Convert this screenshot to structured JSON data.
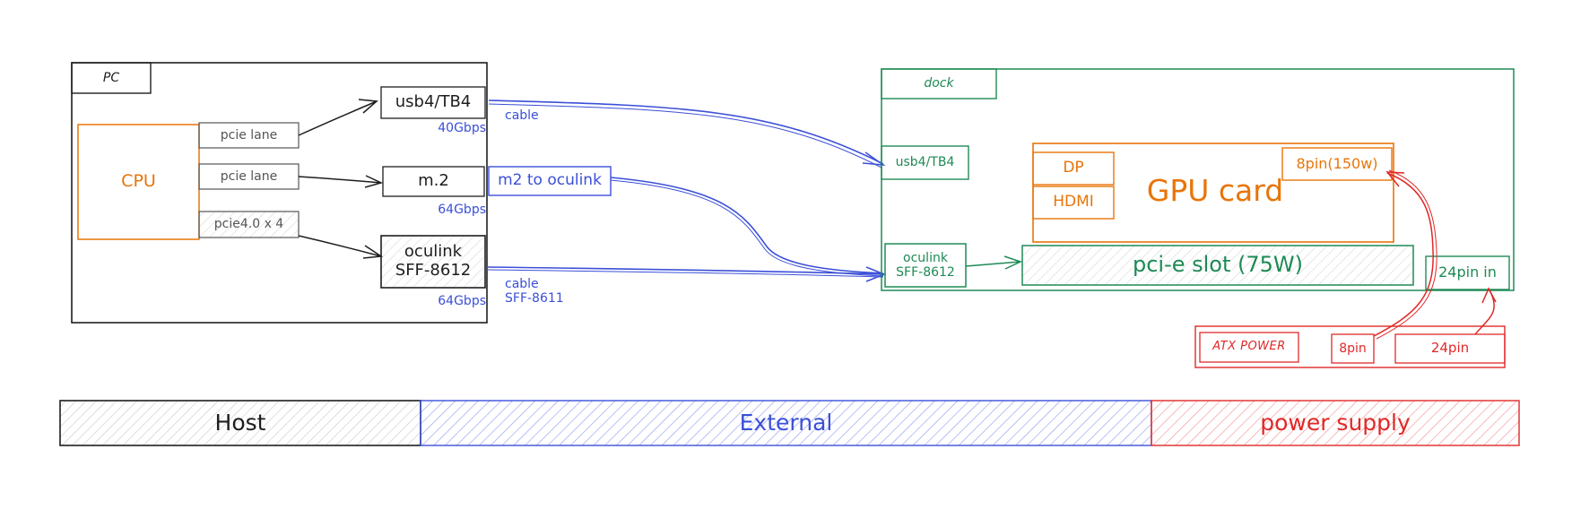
{
  "colors": {
    "black": "#1e1e1e",
    "gray": "#555555",
    "orange": "#e8750a",
    "green": "#1e8a56",
    "blue": "#3b4fd8",
    "red": "#e02828"
  },
  "pc": {
    "title": "PC",
    "cpu": "CPU",
    "lane1": "pcie lane",
    "lane2": "pcie lane",
    "lane3": "pcie4.0 x 4",
    "usb4": "usb4/TB4",
    "usb4_speed": "40Gbps",
    "m2": "m.2",
    "m2_speed": "64Gbps",
    "oculink_line1": "oculink",
    "oculink_line2": "SFF-8612",
    "oculink_speed": "64Gbps"
  },
  "connections": {
    "cable1": "cable",
    "m2_adapter": "m2 to oculink",
    "cable2_line1": "cable",
    "cable2_line2": "SFF-8611"
  },
  "dock": {
    "title": "dock",
    "usb4": "usb4/TB4",
    "oculink_line1": "oculink",
    "oculink_line2": "SFF-8612",
    "pcie_slot": "pci-e slot (75W)",
    "pin24": "24pin in"
  },
  "gpu": {
    "title": "GPU card",
    "dp": "DP",
    "hdmi": "HDMI",
    "pin8": "8pin(150w)"
  },
  "atx": {
    "title": "ATX POWER",
    "pin8": "8pin",
    "pin24": "24pin"
  },
  "legend": {
    "host": "Host",
    "external": "External",
    "power": "power supply"
  }
}
